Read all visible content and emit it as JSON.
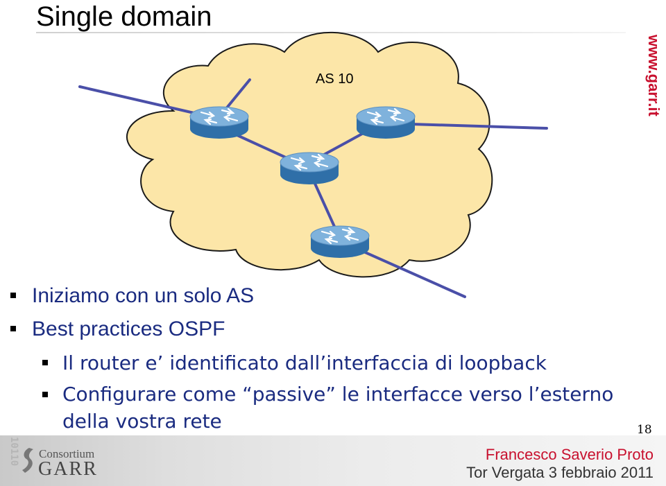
{
  "slide": {
    "title": "Single domain",
    "site_url": "www.garr.it",
    "page_number": "18"
  },
  "diagram": {
    "as_label": "AS 10",
    "icons": [
      "router-icon",
      "router-icon",
      "router-icon",
      "router-icon"
    ],
    "colors": {
      "cloud_fill": "#fce6a8",
      "cloud_stroke": "#1a1a1a",
      "link": "#4a4fa8",
      "router_top": "#7fb2dc",
      "router_side": "#2f6fa8"
    }
  },
  "bullets": [
    {
      "level": 1,
      "text": "Iniziamo con un solo AS"
    },
    {
      "level": 1,
      "text": "Best practices OSPF"
    },
    {
      "level": 2,
      "text": "Il router e’ identificato dall’interfaccia di loopback"
    },
    {
      "level": 2,
      "text": "Configurare come “passive” le interfacce verso l’esterno"
    },
    {
      "level": 2,
      "text": "della vostra rete",
      "continuation": true
    }
  ],
  "footer": {
    "logo_line1": "Consortium",
    "logo_line2": "GARR",
    "digits": "10110",
    "author": "Francesco Saverio Proto",
    "event": "Tor Vergata 3 febbraio 2011",
    "colors": {
      "author": "#c8102e",
      "brand": "#c8102e"
    }
  }
}
